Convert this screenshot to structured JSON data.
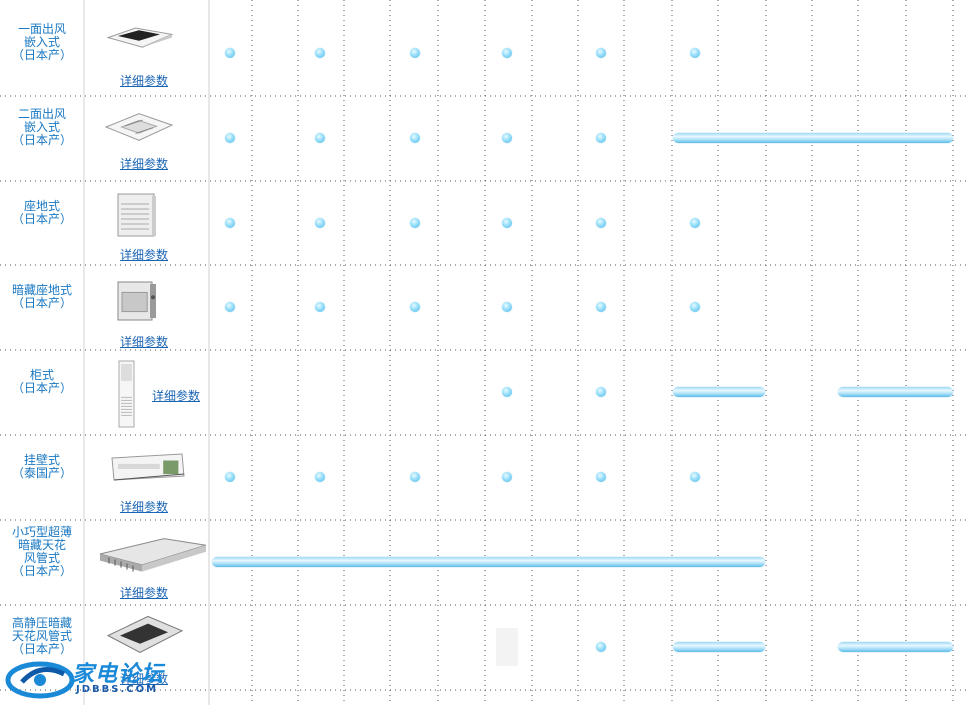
{
  "link_label": "详细参数",
  "accent_color": "#1a78c2",
  "indicator_color": "#6cc6ec",
  "rows": [
    {
      "id": "one-way-cassette",
      "name": [
        "一面出风",
        "嵌入式",
        "（日本产）"
      ],
      "image": "one-way-cassette-unit",
      "dots": [
        0,
        1,
        2,
        3,
        4,
        5
      ],
      "bars": []
    },
    {
      "id": "two-way-cassette",
      "name": [
        "二面出风",
        "嵌入式",
        "（日本产）"
      ],
      "image": "two-way-cassette-unit",
      "dots": [
        0,
        1,
        2,
        3,
        4
      ],
      "bars": [
        [
          5,
          8
        ]
      ]
    },
    {
      "id": "floor-standing",
      "name": [
        "座地式",
        "（日本产）"
      ],
      "image": "floor-standing-unit",
      "dots": [
        0,
        1,
        2,
        3,
        4,
        5
      ],
      "bars": []
    },
    {
      "id": "concealed-floor",
      "name": [
        "暗藏座地式",
        "（日本产）"
      ],
      "image": "concealed-floor-unit",
      "dots": [
        0,
        1,
        2,
        3,
        4,
        5
      ],
      "bars": []
    },
    {
      "id": "cabinet",
      "name": [
        "柜式",
        "（日本产）"
      ],
      "image": "cabinet-unit",
      "dots": [
        3,
        4
      ],
      "bars": [
        [
          5,
          6
        ],
        [
          7,
          8
        ]
      ]
    },
    {
      "id": "wall-mounted",
      "name": [
        "挂壁式",
        "（泰国产）"
      ],
      "image": "wall-mounted-unit",
      "dots": [
        0,
        1,
        2,
        3,
        4,
        5
      ],
      "bars": []
    },
    {
      "id": "slim-duct",
      "name": [
        "小巧型超薄",
        "暗藏天花",
        "风管式",
        "（日本产）"
      ],
      "image": "slim-duct-unit",
      "dots": [],
      "bars": [
        [
          0,
          6
        ]
      ]
    },
    {
      "id": "high-static-duct",
      "name": [
        "高静压暗藏",
        "天花风管式",
        "（日本产）"
      ],
      "image": "high-static-duct-unit",
      "dots": [
        4
      ],
      "bars": [
        [
          5,
          6
        ],
        [
          7,
          8
        ]
      ]
    }
  ],
  "watermark": {
    "brand": "家电论坛",
    "site": "JDBBS.COM"
  }
}
